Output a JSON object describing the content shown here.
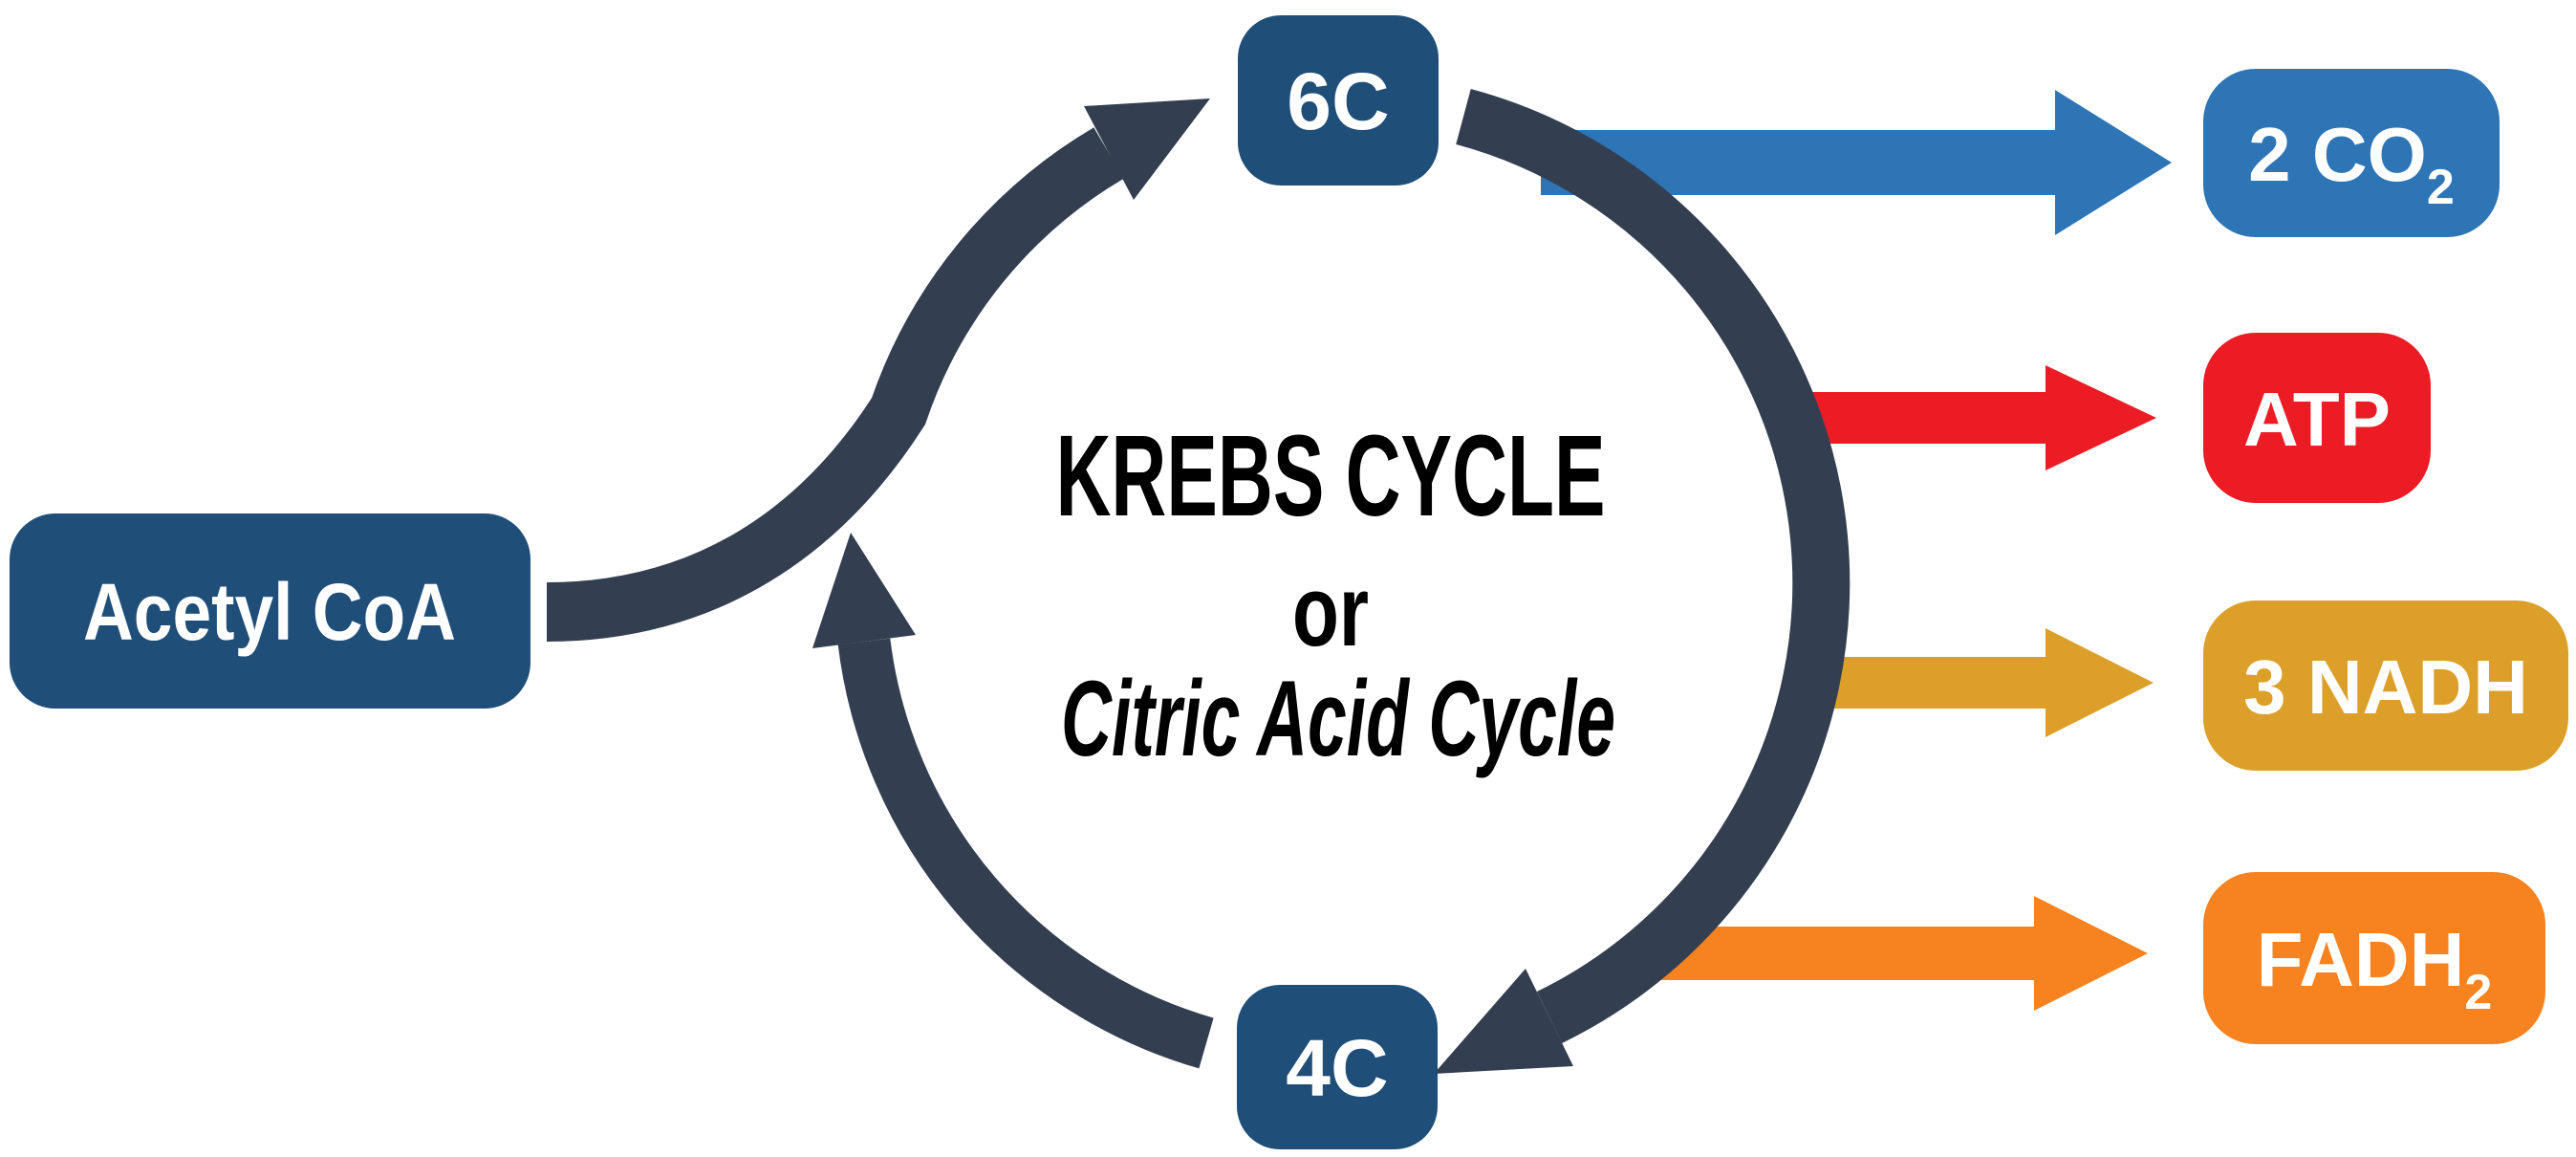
{
  "diagram": {
    "title": {
      "main": "KREBS CYCLE",
      "conjunction": "or",
      "alt": "Citric Acid Cycle"
    },
    "nodes": {
      "acetyl_coa": {
        "label": "Acetyl CoA"
      },
      "six_carbon": {
        "label": "6C"
      },
      "four_carbon": {
        "label": "4C"
      }
    },
    "outputs": {
      "co2": {
        "label": "2 CO",
        "subscript": "2"
      },
      "atp": {
        "label": "ATP"
      },
      "nadh": {
        "label": "3 NADH"
      },
      "fadh2": {
        "label": "FADH",
        "subscript": "2"
      }
    },
    "colors": {
      "node_blue": "#1f4e79",
      "cycle_dark": "#333f50",
      "co2_blue": "#2e75b6",
      "atp_red": "#ec1c24",
      "nadh_gold": "#dca02a",
      "fadh2_orange": "#f78220"
    }
  }
}
